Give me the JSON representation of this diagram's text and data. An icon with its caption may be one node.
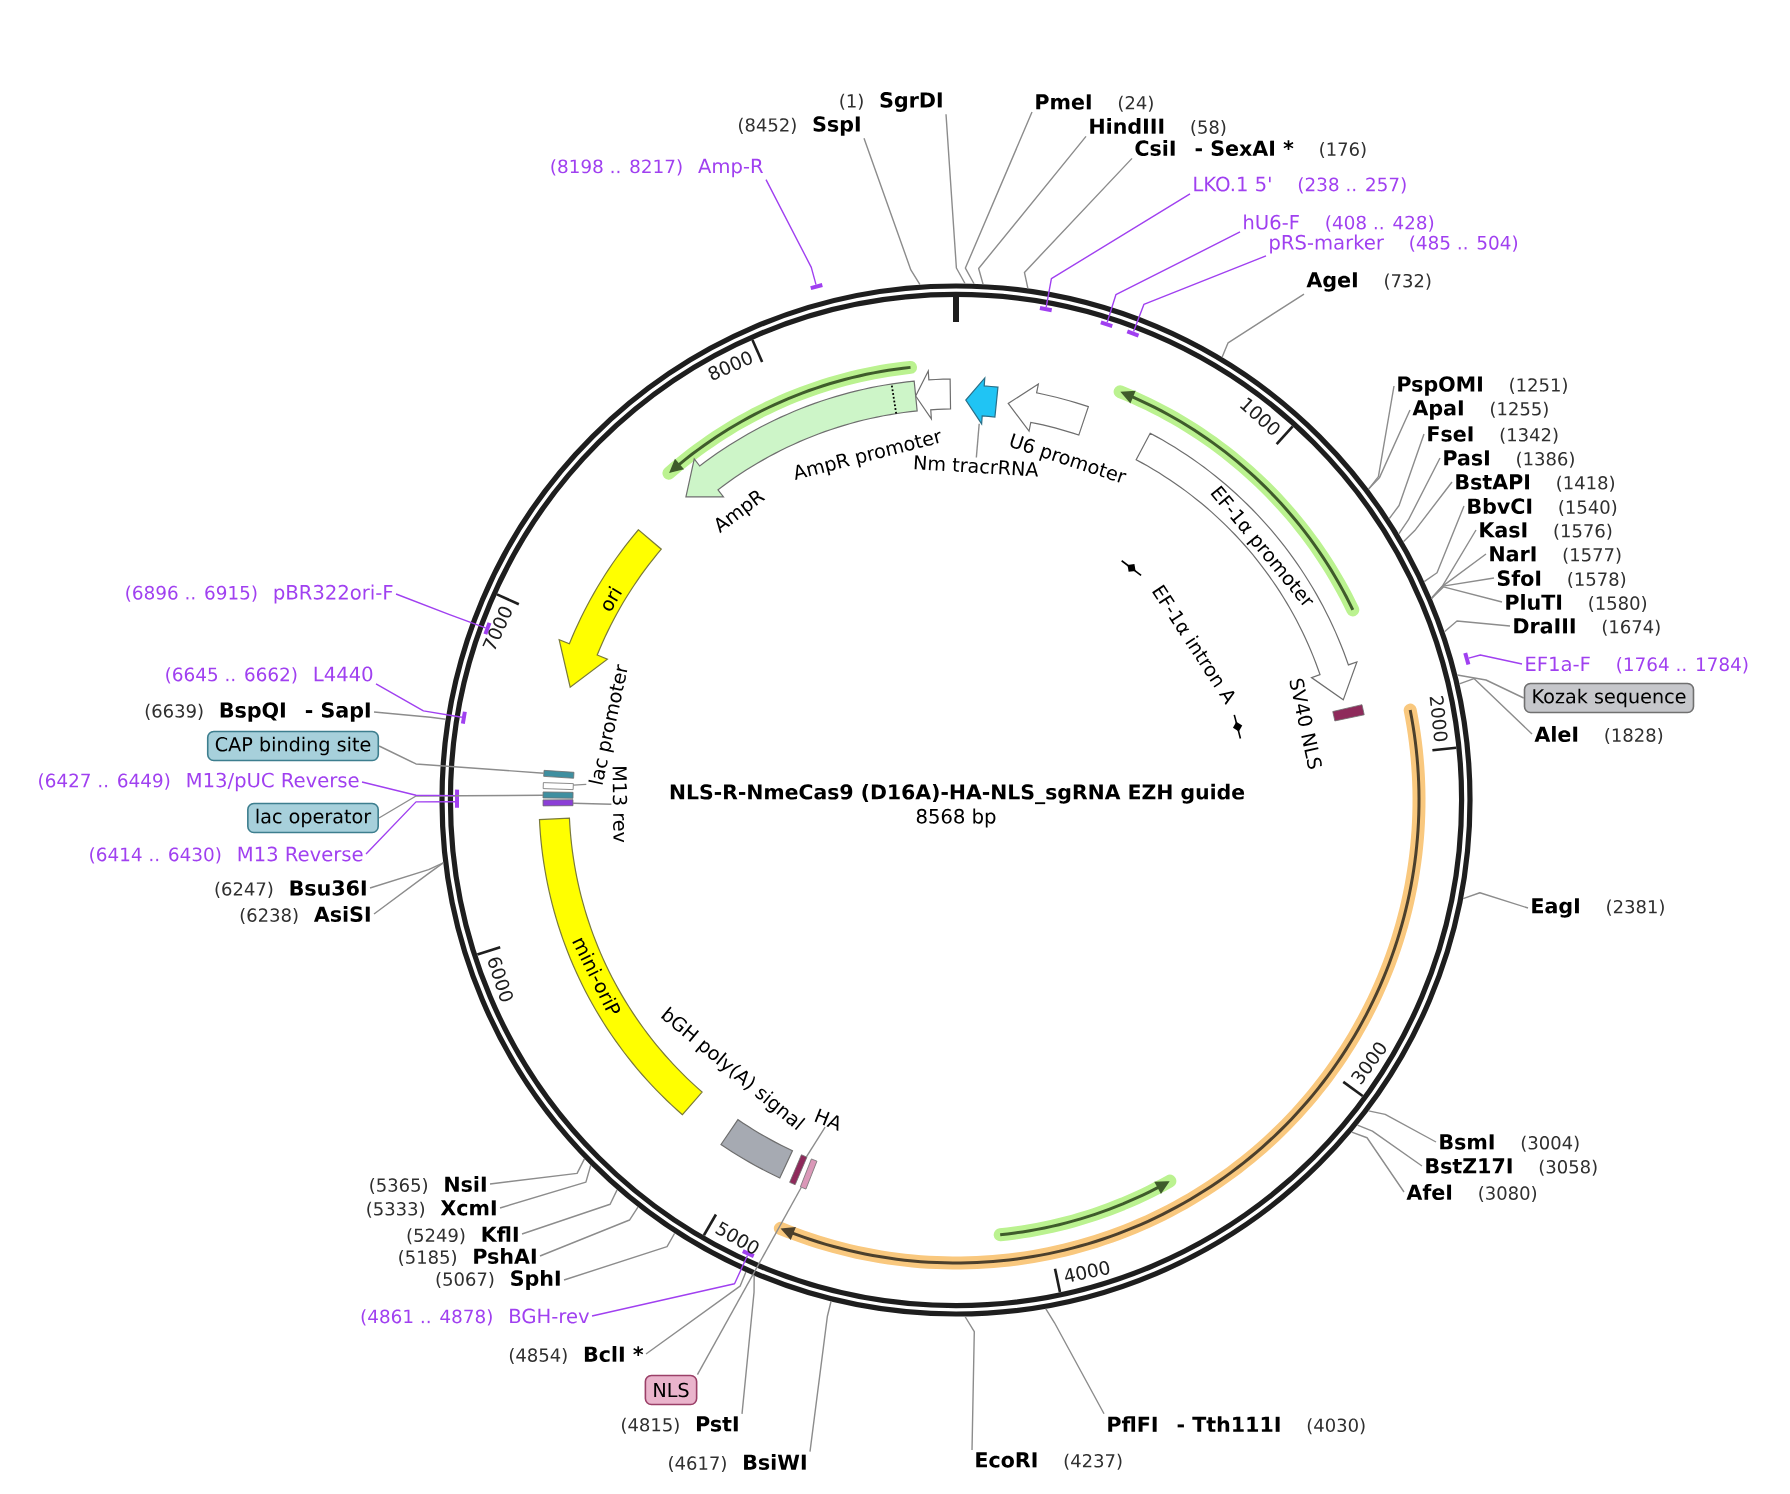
{
  "diagram": {
    "title": "NLS-R-NmeCas9 (D16A)-HA-NLS_sgRNA EZH guide",
    "nodes": [
      {
        "text": [],
        "shape": "circle"
      },
      {
        "text": [
          "SgrDI"
        ],
        "beside": [
          "(1)"
        ]
      },
      {
        "text": [
          "PmeI"
        ],
        "beside": [
          "(24)"
        ]
      },
      {
        "text": [
          "HindIII"
        ],
        "beside": [
          "(58)"
        ]
      },
      {
        "text": [
          "CsiI",
          "- SexAI *"
        ],
        "beside": [
          "(176)"
        ]
      },
      {
        "text": [
          "LKO.1 5'"
        ],
        "beside": [
          "(238 .. 257)"
        ]
      },
      {
        "text": [],
        "shape": "bar",
        "in": 0
      },
      {
        "text": [
          "hU6-F"
        ],
        "beside": [
          "(408 .. 428)"
        ]
      },
      {
        "text": [],
        "shape": "bar",
        "in": 0
      },
      {
        "text": [
          "pRS-marker"
        ],
        "beside": [
          "(485 .. 504)"
        ]
      },
      {
        "text": [],
        "shape": "bar",
        "in": 0
      },
      {
        "text": [
          "AgeI"
        ],
        "beside": [
          "(732)"
        ]
      },
      {
        "text": [
          "PspOMI"
        ],
        "beside": [
          "(1251)"
        ]
      },
      {
        "text": [
          "ApaI"
        ],
        "beside": [
          "(1255)"
        ]
      },
      {
        "text": [
          "FseI"
        ],
        "beside": [
          "(1342)"
        ]
      },
      {
        "text": [
          "PasI"
        ],
        "beside": [
          "(1386)"
        ]
      },
      {
        "text": [
          "BstAPI"
        ],
        "beside": [
          "(1418)"
        ]
      },
      {
        "text": [
          "BbvCI"
        ],
        "beside": [
          "(1540)"
        ]
      },
      {
        "text": [
          "KasI"
        ],
        "beside": [
          "(1576)"
        ]
      },
      {
        "text": [
          "NarI"
        ],
        "beside": [
          "(1577)"
        ]
      },
      {
        "text": [
          "SfoI"
        ],
        "beside": [
          "(1578)"
        ]
      },
      {
        "text": [
          "PluTI"
        ],
        "beside": [
          "(1580)"
        ]
      },
      {
        "text": [
          "DraIII"
        ],
        "beside": [
          "(1674)"
        ]
      },
      {
        "text": [
          "EF1a-F"
        ],
        "beside": [
          "(1764 .. 1784)"
        ]
      },
      {
        "text": [],
        "shape": "bar"
      },
      {
        "text": [
          "Kozak sequence"
        ]
      },
      {
        "text": [
          "AleI"
        ],
        "beside": [
          "(1828)"
        ]
      },
      {
        "text": [
          "EagI"
        ],
        "beside": [
          "(2381)"
        ]
      },
      {
        "text": [
          "BsmI"
        ],
        "beside": [
          "(3004)"
        ]
      },
      {
        "text": [
          "BstZ17I"
        ],
        "beside": [
          "(3058)"
        ]
      },
      {
        "text": [
          "AfeI"
        ],
        "beside": [
          "(3080)"
        ]
      },
      {
        "text": [
          "PflFI",
          "- Tth111I"
        ],
        "beside": [
          "(4030)"
        ]
      },
      {
        "text": [
          "EcoRI"
        ],
        "beside": [
          "(4237)"
        ]
      },
      {
        "text": [
          "BsiWI"
        ],
        "beside": [
          "(4617)"
        ]
      },
      {
        "text": [
          "PstI"
        ],
        "beside": [
          "(4815)"
        ]
      },
      {
        "text": [
          "NLS"
        ]
      },
      {
        "text": [
          "BclI *"
        ],
        "beside": [
          "(4854)"
        ]
      },
      {
        "text": [
          "BGH-rev"
        ],
        "beside": [
          "(4861 .. 4878)"
        ]
      },
      {
        "text": [],
        "shape": "bar",
        "in": 0
      },
      {
        "text": [
          "SphI"
        ],
        "beside": [
          "(5067)"
        ]
      },
      {
        "text": [
          "PshAI"
        ],
        "beside": [
          "(5185)"
        ]
      },
      {
        "text": [
          "KflI"
        ],
        "beside": [
          "(5249)"
        ]
      },
      {
        "text": [
          "XcmI"
        ],
        "beside": [
          "(5333)"
        ]
      },
      {
        "text": [
          "NsiI"
        ],
        "beside": [
          "(5365)"
        ]
      },
      {
        "text": [
          "AsiSI"
        ],
        "beside": [
          "(6238)"
        ]
      },
      {
        "text": [
          "Bsu36I"
        ],
        "beside": [
          "(6247)"
        ]
      },
      {
        "text": [
          "M13 Reverse"
        ],
        "beside": [
          "(6414 .. 6430)"
        ]
      },
      {
        "text": [],
        "shape": "bar",
        "in": 0
      },
      {
        "text": [
          "lac operator"
        ]
      },
      {
        "text": [
          "M13/pUC Reverse"
        ],
        "beside": [
          "(6427 .. 6449)"
        ]
      },
      {
        "text": [],
        "shape": "bar",
        "in": 0
      },
      {
        "text": [
          "CAP binding site"
        ]
      },
      {
        "text": [
          "BspQI",
          "- SapI"
        ],
        "beside": [
          "(6639)"
        ]
      },
      {
        "text": [
          "L4440"
        ],
        "beside": [
          "(6645 .. 6662)"
        ]
      },
      {
        "text": [],
        "shape": "bar",
        "in": 0
      },
      {
        "text": [
          "pBR322ori-F"
        ],
        "beside": [
          "(6896 .. 6915)"
        ]
      },
      {
        "text": [],
        "shape": "bar",
        "in": 0
      },
      {
        "text": [
          "Amp-R"
        ],
        "beside": [
          "(8198 .. 8217)"
        ]
      },
      {
        "text": [],
        "shape": "bar"
      },
      {
        "text": [
          "SspI"
        ],
        "beside": [
          "(8452)"
        ]
      },
      {
        "text": [
          "Nm tracrRNA"
        ],
        "in": 0
      },
      {
        "text": [],
        "shape": "arrow",
        "in": 0
      },
      {
        "text": [
          "U6 promoter"
        ],
        "in": 0
      },
      {
        "text": [
          "EF-1α promoter"
        ],
        "in": 0
      },
      {
        "text": [
          "EF-1α intron A"
        ],
        "in": 0
      },
      {
        "text": [
          "SV40 NLS"
        ],
        "in": 0
      },
      {
        "text": [
          "HA"
        ],
        "in": 0
      },
      {
        "text": [],
        "shape": "bar",
        "in": 0
      },
      {
        "text": [],
        "shape": "bar",
        "in": 0
      },
      {
        "text": [
          "bGH poly(A) signal"
        ],
        "in": 0
      },
      {
        "text": [
          "mini-oriP"
        ],
        "in": 0
      },
      {
        "text": [
          "M13 rev"
        ],
        "in": 0
      },
      {
        "text": [],
        "shape": "bar",
        "in": 0
      },
      {
        "text": [],
        "shape": "bar",
        "in": 0
      },
      {
        "text": [
          "lac promoter"
        ],
        "in": 0
      },
      {
        "text": [],
        "shape": "bar",
        "in": 0
      },
      {
        "text": [],
        "shape": "bar",
        "in": 0
      },
      {
        "text": [
          "ori"
        ],
        "in": 0
      },
      {
        "text": [
          "AmpR"
        ],
        "in": 0
      },
      {
        "text": [
          "AmpR promoter"
        ],
        "in": 0
      }
    ],
    "edges": [
      {
        "from": 1,
        "to": 0,
        "arrow": "none"
      },
      {
        "from": 2,
        "to": 0,
        "arrow": "none"
      },
      {
        "from": 3,
        "to": 0,
        "arrow": "none"
      },
      {
        "from": 4,
        "to": 0,
        "arrow": "none"
      },
      {
        "from": 5,
        "to": 6,
        "arrow": "none",
        "color": "#a040f0"
      },
      {
        "from": 7,
        "to": 8,
        "arrow": "none",
        "color": "#a040f0"
      },
      {
        "from": 9,
        "to": 10,
        "arrow": "none",
        "color": "#a040f0"
      },
      {
        "from": 11,
        "to": 0,
        "arrow": "none"
      },
      {
        "from": 12,
        "to": 0,
        "arrow": "none"
      },
      {
        "from": 13,
        "to": 0,
        "arrow": "none"
      },
      {
        "from": 14,
        "to": 0,
        "arrow": "none"
      },
      {
        "from": 15,
        "to": 0,
        "arrow": "none"
      },
      {
        "from": 16,
        "to": 0,
        "arrow": "none"
      },
      {
        "from": 17,
        "to": 0,
        "arrow": "none"
      },
      {
        "from": 18,
        "to": 0,
        "arrow": "none"
      },
      {
        "from": 19,
        "to": 0,
        "arrow": "none"
      },
      {
        "from": 20,
        "to": 0,
        "arrow": "none"
      },
      {
        "from": 21,
        "to": 0,
        "arrow": "none"
      },
      {
        "from": 22,
        "to": 0,
        "arrow": "none"
      },
      {
        "from": 23,
        "to": 24,
        "arrow": "none",
        "color": "#a040f0"
      },
      {
        "from": 25,
        "to": 0,
        "arrow": "none"
      },
      {
        "from": 26,
        "to": 0,
        "arrow": "none"
      },
      {
        "from": 27,
        "to": 0,
        "arrow": "none"
      },
      {
        "from": 28,
        "to": 0,
        "arrow": "none"
      },
      {
        "from": 29,
        "to": 0,
        "arrow": "none"
      },
      {
        "from": 30,
        "to": 0,
        "arrow": "none"
      },
      {
        "from": 31,
        "to": 0,
        "arrow": "none"
      },
      {
        "from": 32,
        "to": 0,
        "arrow": "none"
      },
      {
        "from": 33,
        "to": 0,
        "arrow": "none"
      },
      {
        "from": 34,
        "to": 0,
        "arrow": "none"
      },
      {
        "from": 35,
        "to": 68,
        "arrow": "none"
      },
      {
        "from": 36,
        "to": 0,
        "arrow": "none"
      },
      {
        "from": 37,
        "to": 38,
        "arrow": "none",
        "color": "#a040f0"
      },
      {
        "from": 39,
        "to": 0,
        "arrow": "none"
      },
      {
        "from": 40,
        "to": 0,
        "arrow": "none"
      },
      {
        "from": 41,
        "to": 0,
        "arrow": "none"
      },
      {
        "from": 42,
        "to": 0,
        "arrow": "none"
      },
      {
        "from": 43,
        "to": 0,
        "arrow": "none"
      },
      {
        "from": 44,
        "to": 0,
        "arrow": "none"
      },
      {
        "from": 45,
        "to": 0,
        "arrow": "none"
      },
      {
        "from": 46,
        "to": 47,
        "arrow": "none",
        "color": "#a040f0"
      },
      {
        "from": 48,
        "to": 73,
        "arrow": "none"
      },
      {
        "from": 49,
        "to": 50,
        "arrow": "none",
        "color": "#a040f0"
      },
      {
        "from": 51,
        "to": 76,
        "arrow": "none"
      },
      {
        "from": 52,
        "to": 0,
        "arrow": "none"
      },
      {
        "from": 53,
        "to": 54,
        "arrow": "none",
        "color": "#a040f0"
      },
      {
        "from": 55,
        "to": 56,
        "arrow": "none",
        "color": "#a040f0"
      },
      {
        "from": 57,
        "to": 58,
        "arrow": "none",
        "color": "#a040f0"
      },
      {
        "from": 59,
        "to": 0,
        "arrow": "none"
      },
      {
        "from": 60,
        "to": 61,
        "arrow": "none"
      },
      {
        "from": 66,
        "to": 67,
        "arrow": "none"
      },
      {
        "from": 71,
        "to": 72,
        "arrow": "none"
      },
      {
        "from": 74,
        "to": 75,
        "arrow": "none"
      }
    ],
    "labels": [
      "1000",
      "2000",
      "3000",
      "4000",
      "5000",
      "6000",
      "7000",
      "8000",
      "8568 bp"
    ]
  }
}
